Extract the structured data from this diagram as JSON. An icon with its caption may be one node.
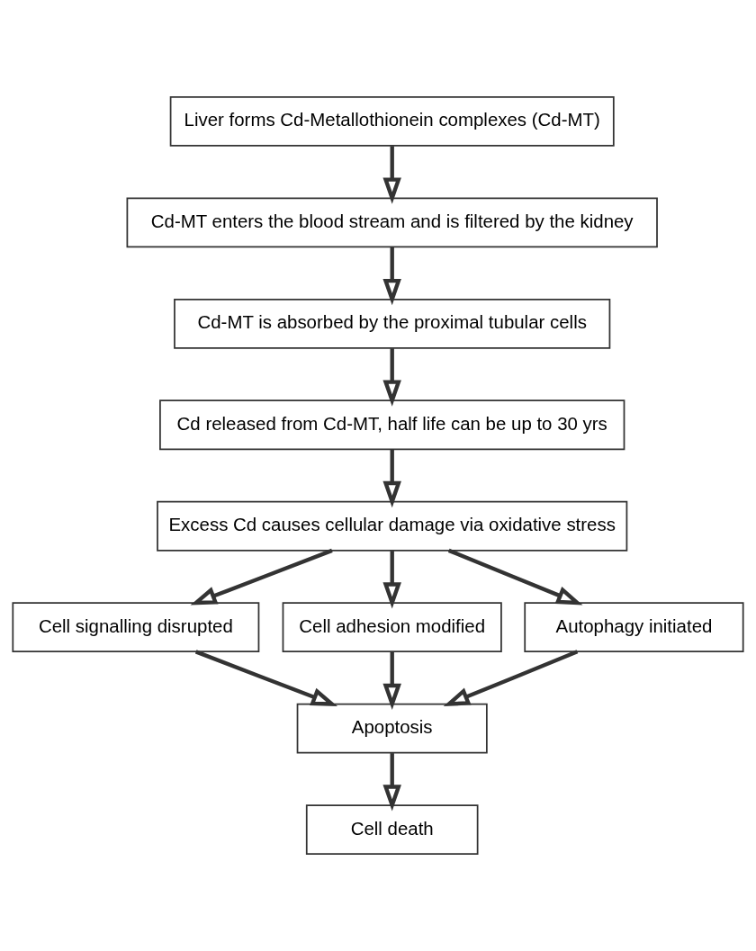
{
  "diagram": {
    "nodes": [
      {
        "text": [
          "Liver forms Cd-Metallothionein complexes (Cd-MT)"
        ]
      },
      {
        "text": [
          "Cd-MT enters the blood stream and is filtered by the kidney"
        ]
      },
      {
        "text": [
          "Cd-MT is absorbed by the proximal tubular cells"
        ]
      },
      {
        "text": [
          "Cd released from Cd-MT, half life can be up to 30 yrs"
        ]
      },
      {
        "text": [
          "Excess Cd causes cellular damage via oxidative stress"
        ]
      },
      {
        "text": [
          "Cell signalling disrupted"
        ]
      },
      {
        "text": [
          "Cell adhesion modified"
        ]
      },
      {
        "text": [
          "Autophagy initiated"
        ]
      },
      {
        "text": [
          "Apoptosis"
        ]
      },
      {
        "text": [
          "Cell death"
        ]
      }
    ],
    "edges": [
      {
        "from": 0,
        "to": 1,
        "arrow": "to"
      },
      {
        "from": 1,
        "to": 2,
        "arrow": "to"
      },
      {
        "from": 2,
        "to": 3,
        "arrow": "to"
      },
      {
        "from": 3,
        "to": 4,
        "arrow": "to"
      },
      {
        "from": 4,
        "to": 5,
        "arrow": "to"
      },
      {
        "from": 4,
        "to": 6,
        "arrow": "to"
      },
      {
        "from": 4,
        "to": 7,
        "arrow": "to"
      },
      {
        "from": 5,
        "to": 8,
        "arrow": "to"
      },
      {
        "from": 6,
        "to": 8,
        "arrow": "to"
      },
      {
        "from": 7,
        "to": 8,
        "arrow": "to"
      },
      {
        "from": 8,
        "to": 9,
        "arrow": "to"
      }
    ]
  }
}
